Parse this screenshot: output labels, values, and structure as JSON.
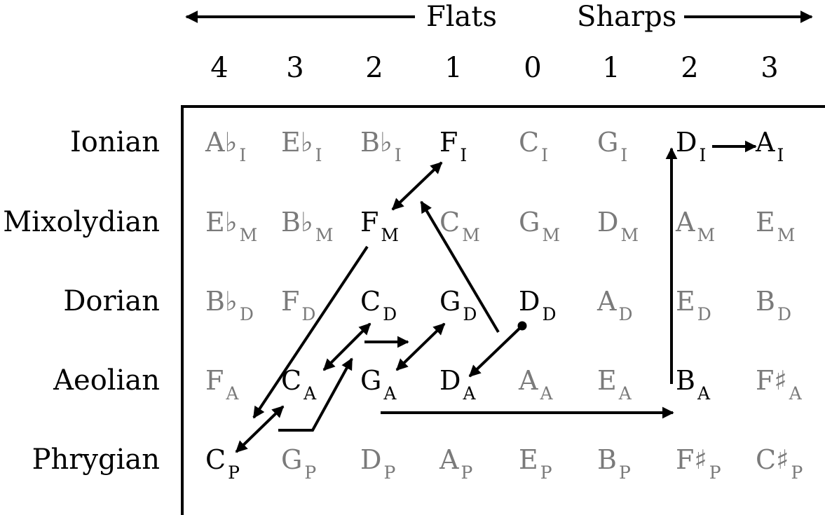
{
  "header": {
    "flats_label": "Flats",
    "sharps_label": "Sharps",
    "counts": [
      "4",
      "3",
      "2",
      "1",
      "0",
      "1",
      "2",
      "3"
    ]
  },
  "modes": [
    "Ionian",
    "Mixolydian",
    "Dorian",
    "Aeolian",
    "Phrygian"
  ],
  "grid": [
    [
      {
        "note": "A♭",
        "sub": "I",
        "active": false
      },
      {
        "note": "E♭",
        "sub": "I",
        "active": false
      },
      {
        "note": "B♭",
        "sub": "I",
        "active": false
      },
      {
        "note": "F",
        "sub": "I",
        "active": true
      },
      {
        "note": "C",
        "sub": "I",
        "active": false
      },
      {
        "note": "G",
        "sub": "I",
        "active": false
      },
      {
        "note": "D",
        "sub": "I",
        "active": true
      },
      {
        "note": "A",
        "sub": "I",
        "active": true
      }
    ],
    [
      {
        "note": "E♭",
        "sub": "M",
        "active": false
      },
      {
        "note": "B♭",
        "sub": "M",
        "active": false
      },
      {
        "note": "F",
        "sub": "M",
        "active": true
      },
      {
        "note": "C",
        "sub": "M",
        "active": false
      },
      {
        "note": "G",
        "sub": "M",
        "active": false
      },
      {
        "note": "D",
        "sub": "M",
        "active": false
      },
      {
        "note": "A",
        "sub": "M",
        "active": false
      },
      {
        "note": "E",
        "sub": "M",
        "active": false
      }
    ],
    [
      {
        "note": "B♭",
        "sub": "D",
        "active": false
      },
      {
        "note": "F",
        "sub": "D",
        "active": false
      },
      {
        "note": "C",
        "sub": "D",
        "active": true
      },
      {
        "note": "G",
        "sub": "D",
        "active": true
      },
      {
        "note": "D",
        "sub": "D",
        "active": true
      },
      {
        "note": "A",
        "sub": "D",
        "active": false
      },
      {
        "note": "E",
        "sub": "D",
        "active": false
      },
      {
        "note": "B",
        "sub": "D",
        "active": false
      }
    ],
    [
      {
        "note": "F",
        "sub": "A",
        "active": false
      },
      {
        "note": "C",
        "sub": "A",
        "active": true
      },
      {
        "note": "G",
        "sub": "A",
        "active": true
      },
      {
        "note": "D",
        "sub": "A",
        "active": true
      },
      {
        "note": "A",
        "sub": "A",
        "active": false
      },
      {
        "note": "E",
        "sub": "A",
        "active": false
      },
      {
        "note": "B",
        "sub": "A",
        "active": true
      },
      {
        "note": "F♯",
        "sub": "A",
        "active": false
      }
    ],
    [
      {
        "note": "C",
        "sub": "P",
        "active": true
      },
      {
        "note": "G",
        "sub": "P",
        "active": false
      },
      {
        "note": "D",
        "sub": "P",
        "active": false
      },
      {
        "note": "A",
        "sub": "P",
        "active": false
      },
      {
        "note": "E",
        "sub": "P",
        "active": false
      },
      {
        "note": "B",
        "sub": "P",
        "active": false
      },
      {
        "note": "F♯",
        "sub": "P",
        "active": false
      },
      {
        "note": "C♯",
        "sub": "P",
        "active": false
      }
    ]
  ],
  "colors": {
    "active_note": "#000000",
    "inactive_note": "#7a7a7a",
    "lines": "#000000"
  }
}
